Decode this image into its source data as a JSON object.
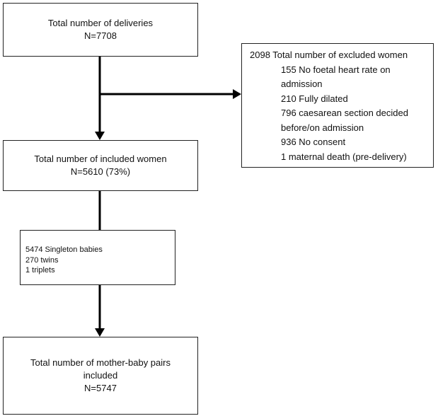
{
  "deliveries": {
    "title": "Total number of deliveries",
    "count": "N=7708"
  },
  "excluded": {
    "title": "2098 Total number of excluded women",
    "items": [
      [
        "155 No foetal heart rate on",
        "admission"
      ],
      [
        "210 Fully dilated"
      ],
      [
        "796 caesarean section decided",
        "before/on admission"
      ],
      [
        "936 No consent"
      ],
      [
        "1 maternal death (pre-delivery)"
      ]
    ]
  },
  "included": {
    "title": "Total number of included women",
    "count": "N=5610 (73%)"
  },
  "babies": {
    "lines": [
      "5474 Singleton babies",
      "270 twins",
      "1 triplets"
    ]
  },
  "pairs": {
    "title_line1": "Total number of mother-baby pairs",
    "title_line2": "included",
    "count": "N=5747"
  }
}
